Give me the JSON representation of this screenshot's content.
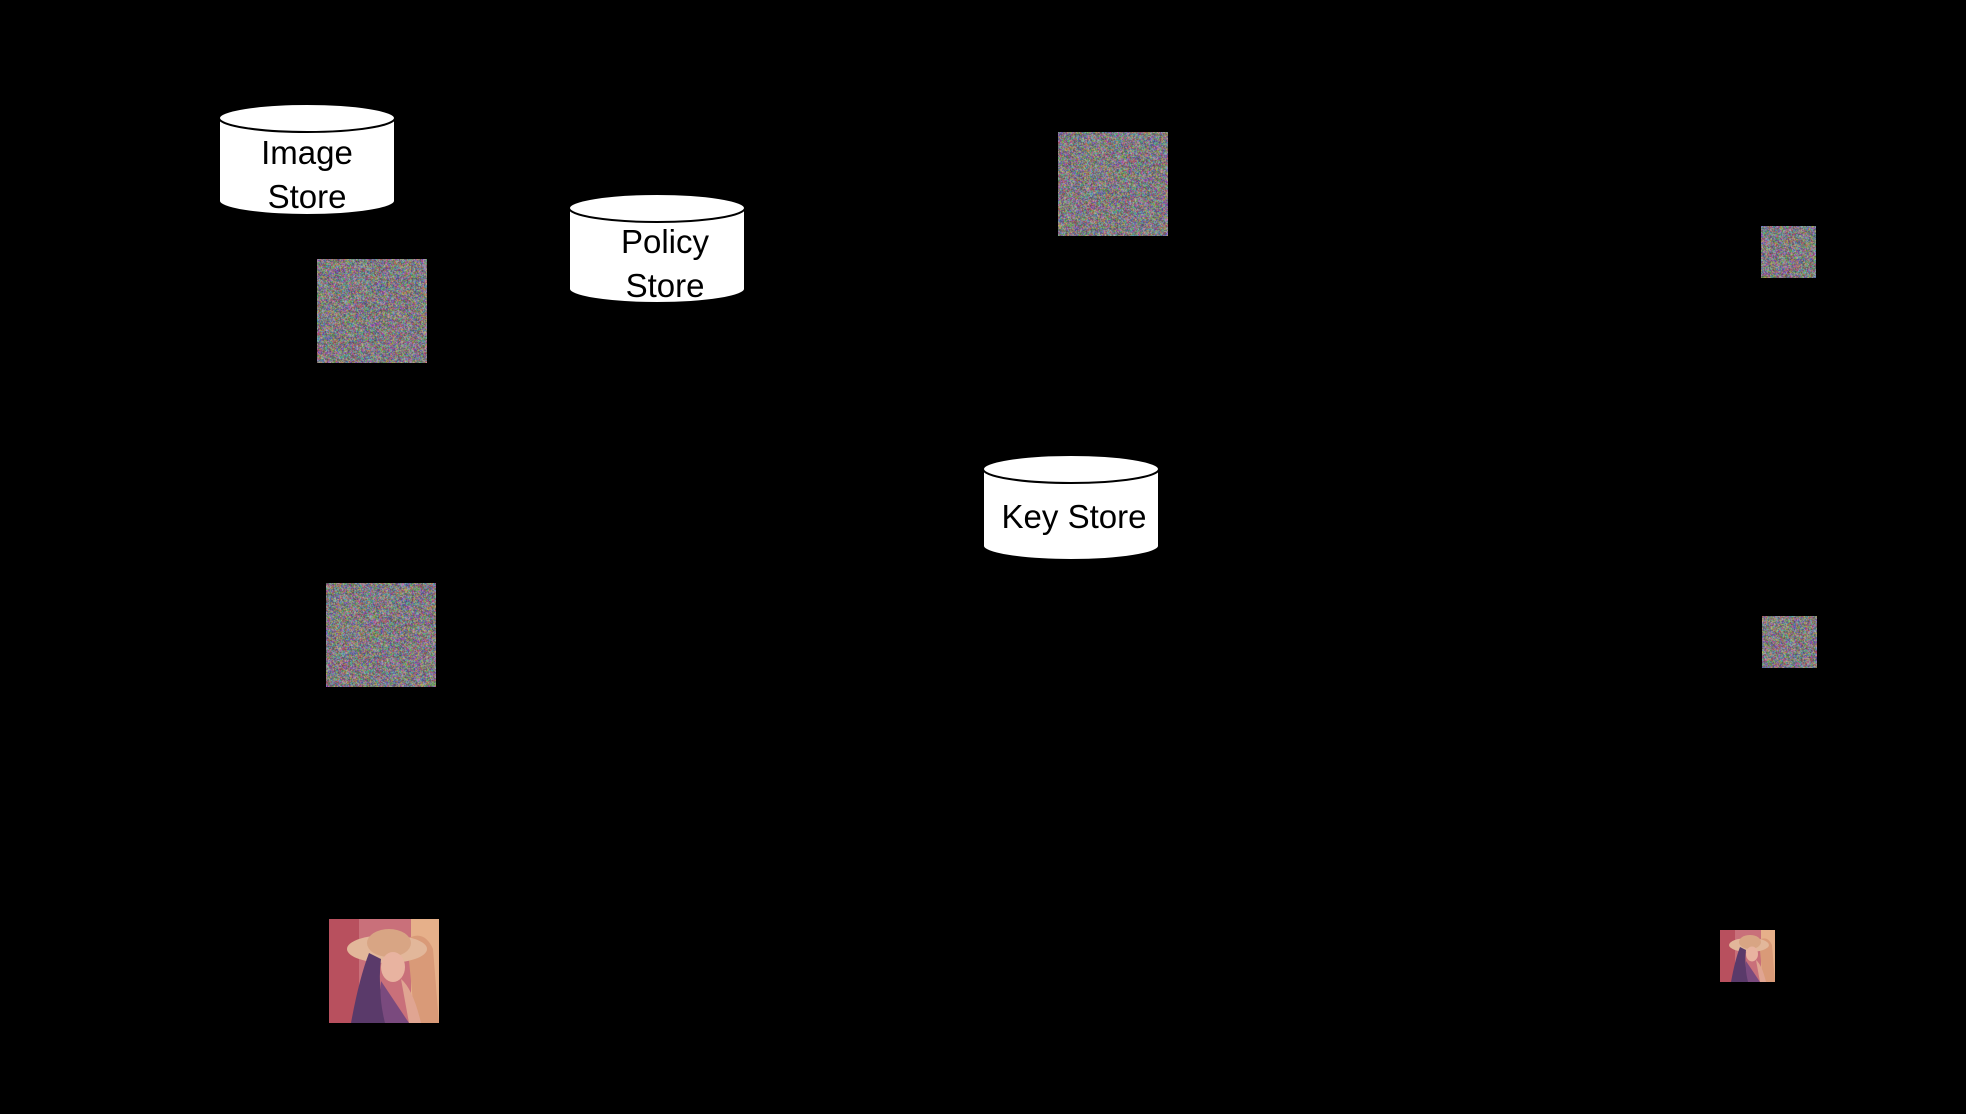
{
  "stores": {
    "image_store": {
      "lines": [
        "Image",
        "Store"
      ]
    },
    "policy_store": {
      "lines": [
        "Policy",
        "Store"
      ]
    },
    "key_store": {
      "lines": [
        "Key Store"
      ]
    }
  },
  "colors": {
    "background": "#000000",
    "store_fill": "#ffffff",
    "store_text": "#000000",
    "photo_tint": "#c45a6a"
  },
  "images": {
    "encrypted": "noise-image",
    "plain": "portrait-photo"
  }
}
